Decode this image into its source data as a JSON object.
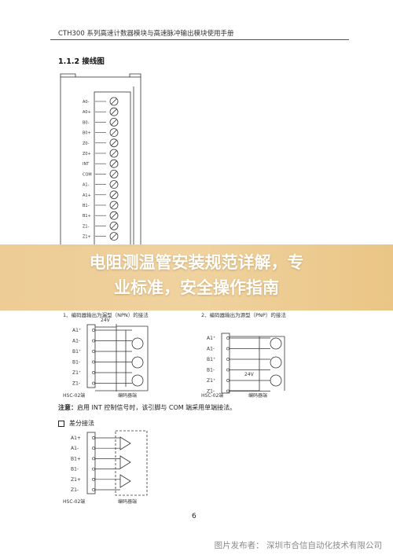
{
  "header": {
    "title": "CTH300 系列高速计数器模块与高速脉冲输出模块使用手册"
  },
  "section": {
    "title": "1.1.2  接线图"
  },
  "terminal_block": {
    "labels": [
      "A0-",
      "A0+",
      "B0-",
      "B0+",
      "Z0-",
      "Z0+",
      "INT",
      "COM",
      "A1-",
      "A1+",
      "B1-",
      "B1+",
      "Z1-",
      "Z1+"
    ]
  },
  "banner": {
    "line1": "电阻测温管安装规范详解，专",
    "line2": "业标准，安全操作指南"
  },
  "npn": {
    "caption": "1、编码器输出为漏型（NPN）的接法",
    "voltage": "24V",
    "terminals": [
      "A1⁺",
      "A1-",
      "B1⁺",
      "B1-",
      "Z1⁺",
      "Z1-"
    ],
    "left_label": "HSC-02端",
    "right_label": "编码器端"
  },
  "pnp": {
    "caption": "2、编码器输出为源型（PNP）的接法",
    "voltage": "24V",
    "terminals": [
      "A1⁺",
      "A1-",
      "B1⁺",
      "B1-",
      "Z1⁺",
      "Z1-"
    ],
    "left_label": "HSC-02端",
    "right_label": "编码器端"
  },
  "note": {
    "prefix": "注意：",
    "text": "启用 INT 控制信号时，该引脚与 COM 端采用单端接法。"
  },
  "differential": {
    "title": "差分接法",
    "terminals": [
      "A1+",
      "A1-",
      "B1+",
      "B1-",
      "Z1+",
      "Z1-"
    ],
    "left_label": "HSC-02端",
    "right_label": "编码器端"
  },
  "footer": {
    "page_number": "6"
  },
  "watermark": {
    "text": "图片发布者：  深圳市合信自动化技术有限公司"
  }
}
